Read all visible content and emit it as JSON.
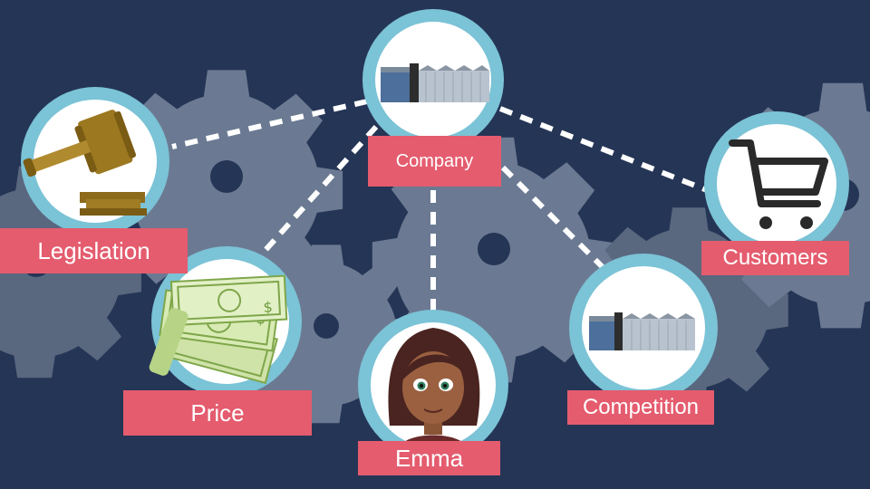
{
  "colors": {
    "background": "#253556",
    "gear": "#6b7a92",
    "gear_dark": "#59677f",
    "node_ring": "#7bc3d6",
    "node_fill": "#ffffff",
    "label_bg": "#e45c6e",
    "label_text": "#ffffff",
    "connector": "#ffffff"
  },
  "nodes": [
    {
      "id": "company",
      "label": "Company",
      "icon": "building-icon"
    },
    {
      "id": "legislation",
      "label": "Legislation",
      "icon": "gavel-icon"
    },
    {
      "id": "customers",
      "label": "Customers",
      "icon": "shopping-cart-icon"
    },
    {
      "id": "price",
      "label": "Price",
      "icon": "money-stack-icon"
    },
    {
      "id": "emma",
      "label": "Emma",
      "icon": "woman-avatar-icon"
    },
    {
      "id": "competition",
      "label": "Competition",
      "icon": "building-icon"
    }
  ]
}
